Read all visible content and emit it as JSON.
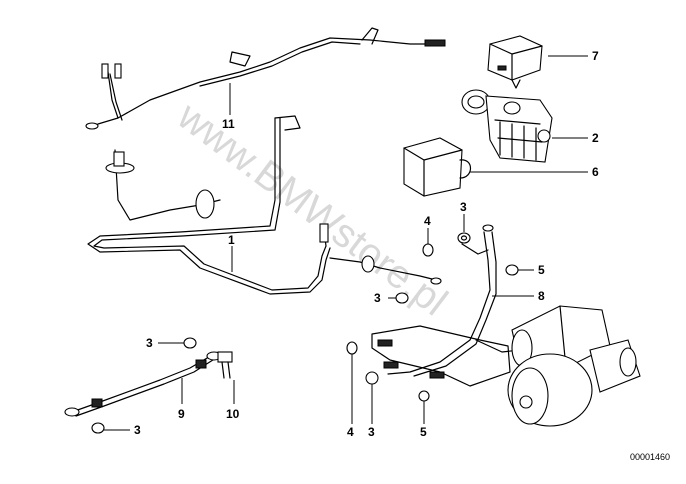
{
  "watermark": "www.BMWstore.pl",
  "diagram_code": "00001460",
  "callouts": {
    "c1": "1",
    "c2": "2",
    "c3a": "3",
    "c3b": "3",
    "c3c": "3",
    "c3d": "3",
    "c3e": "3",
    "c4a": "4",
    "c4b": "4",
    "c5a": "5",
    "c5b": "5",
    "c6": "6",
    "c7": "7",
    "c8": "8",
    "c9": "9",
    "c10": "10",
    "c11": "11"
  }
}
